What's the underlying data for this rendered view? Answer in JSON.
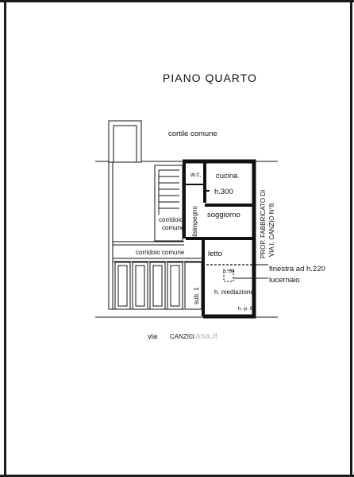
{
  "title": "PIANO QUARTO",
  "rooms": {
    "cortile": "cortile comune",
    "wc": "w.c.",
    "cucina": "cucina",
    "h300": "h.300",
    "soggiorno": "soggiorno",
    "disimpegno": "disimpegno",
    "corridoio_vert_1": "corridoio",
    "corridoio_vert_2": "comune",
    "corridoio_comune": "corridoio comune",
    "letto": "letto",
    "sub": "sub. 1",
    "h_mediazione": "h. mediazione",
    "small_1": "h.-p. 60",
    "small_2": "h. 80"
  },
  "annotations": {
    "prop_line_1": "PROP. FABBRICATO DI",
    "prop_line_2": "VIA I. CANZIO N°8",
    "finestra": "finestra ad h.220",
    "lucernaio": "lucernaio"
  },
  "street": {
    "via": "via",
    "name": "CANZIO"
  },
  "watermark": "casa.it"
}
